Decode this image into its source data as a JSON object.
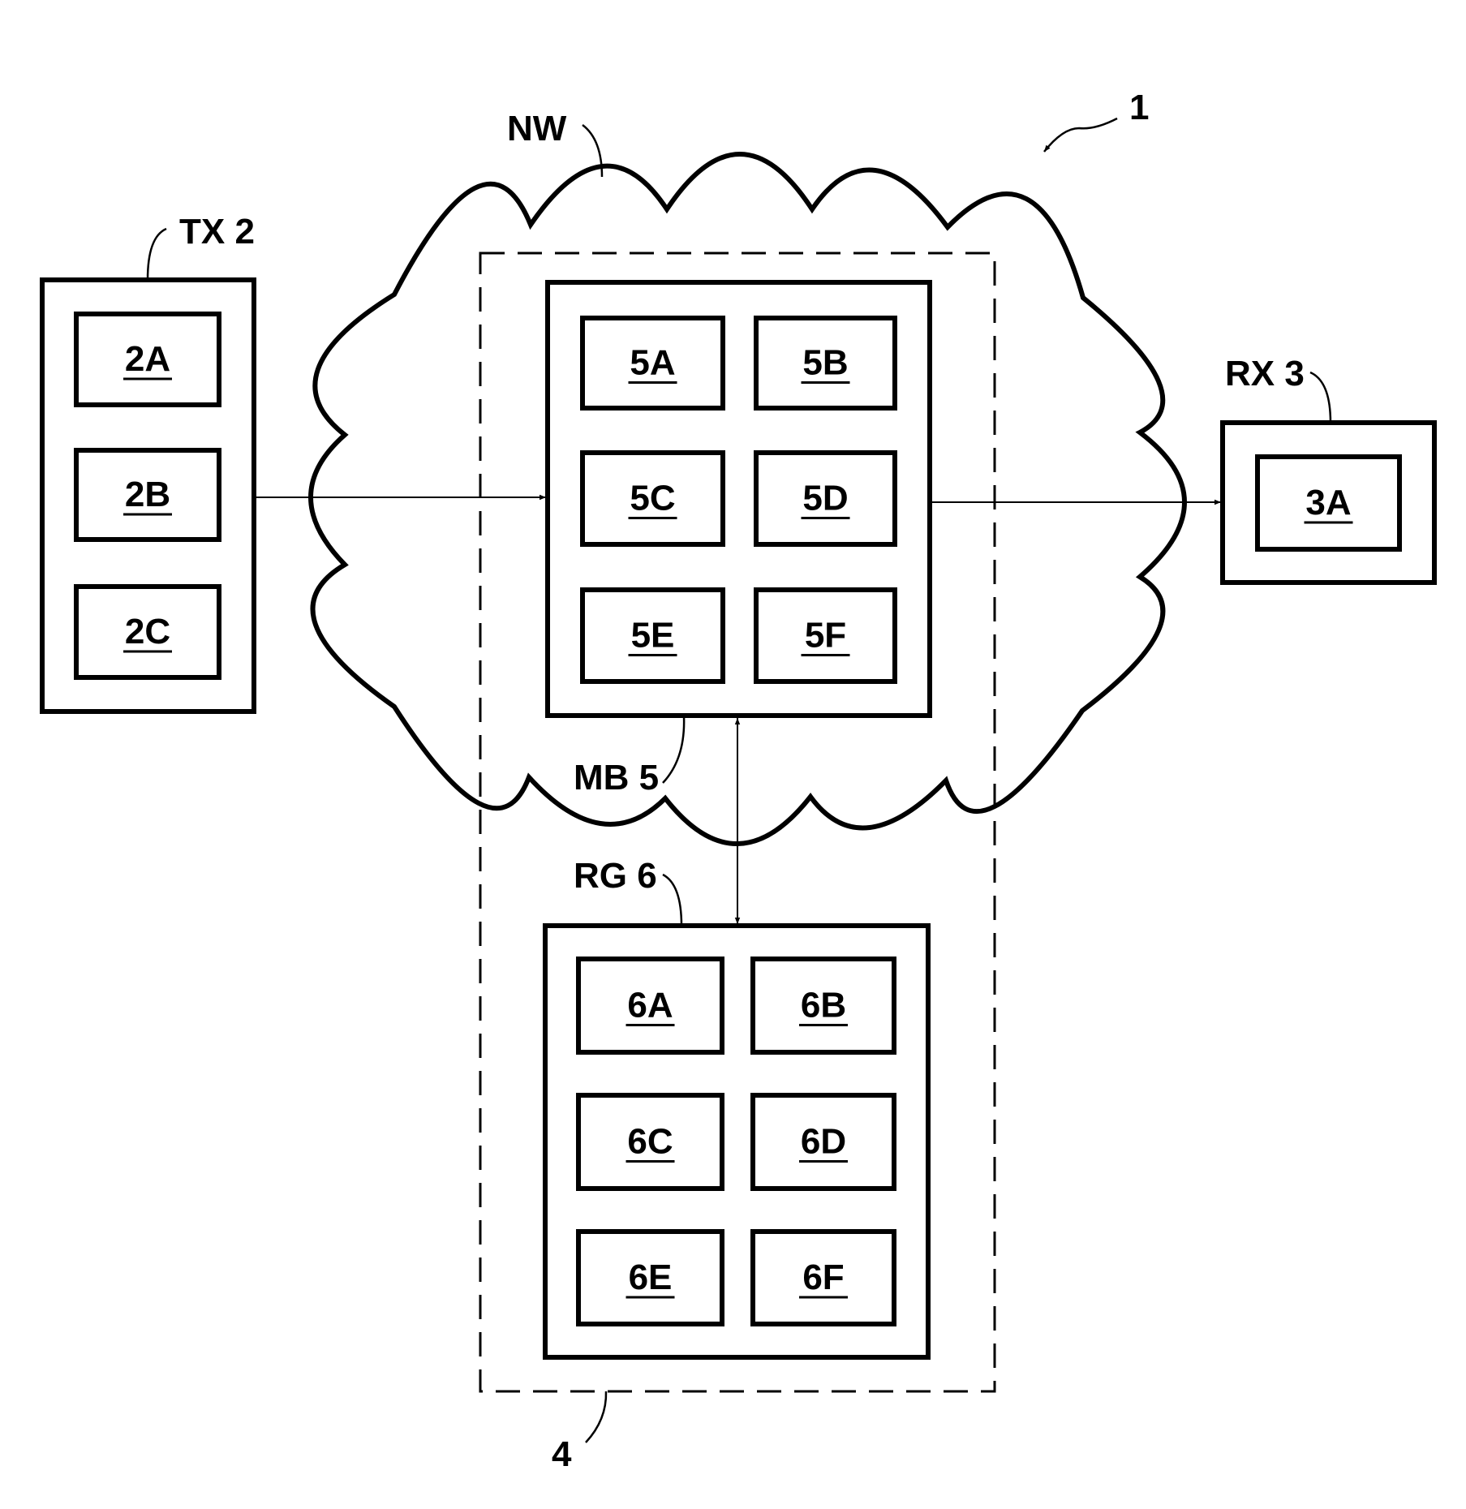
{
  "figure": {
    "reference": "1",
    "network": {
      "label": "NW"
    },
    "system_boundary": {
      "label": "4"
    },
    "transmitter": {
      "label": "TX 2",
      "modules": [
        "2A",
        "2B",
        "2C"
      ]
    },
    "middlebox": {
      "label": "MB 5",
      "modules": [
        "5A",
        "5B",
        "5C",
        "5D",
        "5E",
        "5F"
      ]
    },
    "receiver": {
      "label": "RX 3",
      "modules": [
        "3A"
      ]
    },
    "registry": {
      "label": "RG 6",
      "modules": [
        "6A",
        "6B",
        "6C",
        "6D",
        "6E",
        "6F"
      ]
    },
    "connections": [
      {
        "from": "TX 2",
        "to": "MB 5",
        "direction": "one-way"
      },
      {
        "from": "MB 5",
        "to": "RX 3",
        "direction": "one-way"
      },
      {
        "from": "MB 5",
        "to": "RG 6",
        "direction": "two-way"
      }
    ]
  }
}
